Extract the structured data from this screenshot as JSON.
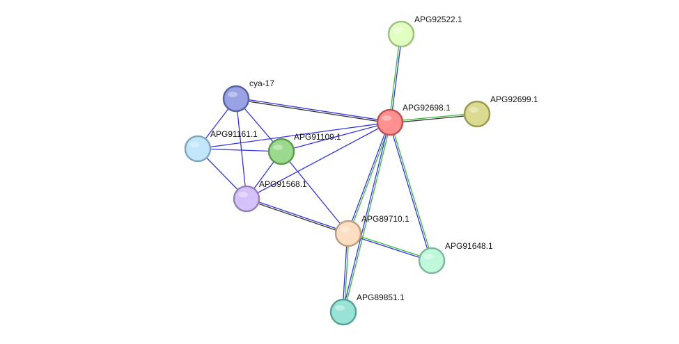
{
  "nodes": [
    {
      "id": "APG92522.1",
      "label": "APG92522.1",
      "fill": "#e0ffc0",
      "stroke": "#a0c080"
    },
    {
      "id": "cya-17",
      "label": "cya-17",
      "fill": "#9aa2e6",
      "stroke": "#5a62a6"
    },
    {
      "id": "APG92698.1",
      "label": "APG92698.1",
      "fill": "#ff9090",
      "stroke": "#c05050"
    },
    {
      "id": "APG92699.1",
      "label": "APG92699.1",
      "fill": "#dada90",
      "stroke": "#9a9a50"
    },
    {
      "id": "APG91161.1",
      "label": "APG91161.1",
      "fill": "#c2e6fb",
      "stroke": "#82a6bb"
    },
    {
      "id": "APG91109.1",
      "label": "APG91109.1",
      "fill": "#9ad98e",
      "stroke": "#5a994e"
    },
    {
      "id": "APG91568.1",
      "label": "APG91568.1",
      "fill": "#d6c2fb",
      "stroke": "#9682bb"
    },
    {
      "id": "APG89710.1",
      "label": "APG89710.1",
      "fill": "#fddec2",
      "stroke": "#bd9e82"
    },
    {
      "id": "APG91648.1",
      "label": "APG91648.1",
      "fill": "#c0f8dc",
      "stroke": "#80b89c"
    },
    {
      "id": "APG89851.1",
      "label": "APG89851.1",
      "fill": "#98e2d6",
      "stroke": "#58a296"
    }
  ],
  "edges": [
    {
      "source": "APG92698.1",
      "target": "APG92522.1",
      "colors": [
        "#38b838",
        "#3232e6"
      ]
    },
    {
      "source": "APG92698.1",
      "target": "APG92699.1",
      "colors": [
        "#38b838",
        "#333333"
      ]
    },
    {
      "source": "cya-17",
      "target": "APG92698.1",
      "colors": [
        "#3232e6",
        "#333333"
      ]
    },
    {
      "source": "cya-17",
      "target": "APG91161.1",
      "colors": [
        "#3232e6"
      ]
    },
    {
      "source": "cya-17",
      "target": "APG91109.1",
      "colors": [
        "#3232e6"
      ]
    },
    {
      "source": "cya-17",
      "target": "APG91568.1",
      "colors": [
        "#3232e6"
      ]
    },
    {
      "source": "APG91161.1",
      "target": "APG92698.1",
      "colors": [
        "#3232e6"
      ]
    },
    {
      "source": "APG91161.1",
      "target": "APG91109.1",
      "colors": [
        "#3232e6"
      ]
    },
    {
      "source": "APG91161.1",
      "target": "APG91568.1",
      "colors": [
        "#3232e6"
      ]
    },
    {
      "source": "APG91109.1",
      "target": "APG92698.1",
      "colors": [
        "#3232e6"
      ]
    },
    {
      "source": "APG91109.1",
      "target": "APG91568.1",
      "colors": [
        "#3232e6"
      ]
    },
    {
      "source": "APG91109.1",
      "target": "APG89710.1",
      "colors": [
        "#3232e6"
      ]
    },
    {
      "source": "APG91568.1",
      "target": "APG92698.1",
      "colors": [
        "#3232e6"
      ]
    },
    {
      "source": "APG91568.1",
      "target": "APG89710.1",
      "colors": [
        "#3232e6",
        "#333333"
      ]
    },
    {
      "source": "APG92698.1",
      "target": "APG89710.1",
      "colors": [
        "#38b838",
        "#3232e6"
      ]
    },
    {
      "source": "APG92698.1",
      "target": "APG91648.1",
      "colors": [
        "#38b838",
        "#3232e6"
      ]
    },
    {
      "source": "APG92698.1",
      "target": "APG89851.1",
      "colors": [
        "#38b838",
        "#3232e6"
      ]
    },
    {
      "source": "APG89710.1",
      "target": "APG91648.1",
      "colors": [
        "#38b838",
        "#3232e6"
      ]
    },
    {
      "source": "APG89710.1",
      "target": "APG89851.1",
      "colors": [
        "#38b838",
        "#3232e6"
      ]
    }
  ]
}
